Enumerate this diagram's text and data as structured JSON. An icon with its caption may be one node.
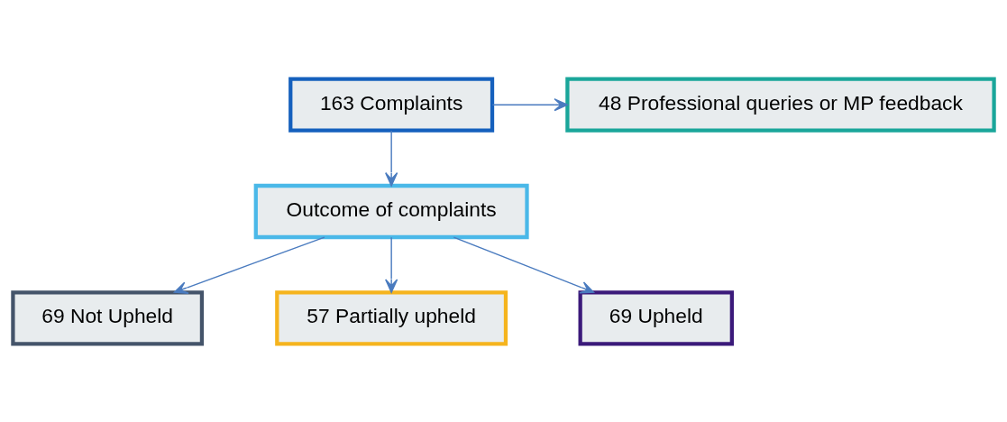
{
  "diagram": {
    "nodes": [
      {
        "text": [
          "163 Complaints"
        ]
      },
      {
        "text": [
          "48 Professional queries or MP feedback"
        ]
      },
      {
        "text": [
          "Outcome of complaints"
        ]
      },
      {
        "text": [
          "69 Not Upheld"
        ]
      },
      {
        "text": [
          "57 Partially upheld"
        ]
      },
      {
        "text": [
          "69 Upheld"
        ]
      }
    ],
    "edges": [
      {
        "from": 0,
        "to": 1,
        "arrow": "to"
      },
      {
        "from": 0,
        "to": 2,
        "arrow": "to"
      },
      {
        "from": 2,
        "to": 3,
        "arrow": "to"
      },
      {
        "from": 2,
        "to": 4,
        "arrow": "to"
      },
      {
        "from": 2,
        "to": 5,
        "arrow": "to"
      }
    ]
  }
}
